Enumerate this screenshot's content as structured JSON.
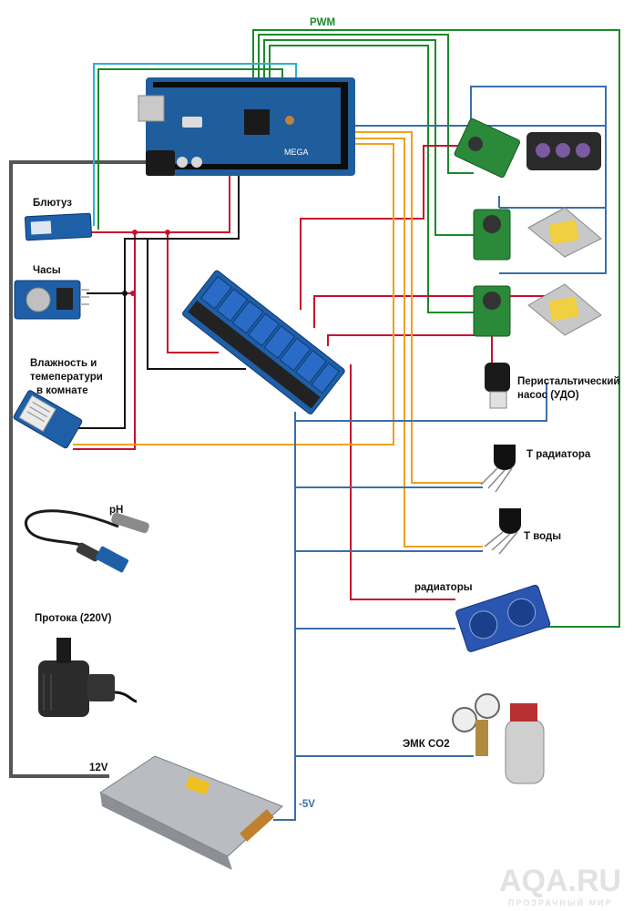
{
  "labels": {
    "pwm": "PWM",
    "bluetooth": "Блютуз",
    "clock": "Часы",
    "humidity_line1": "Влажность и",
    "humidity_line2": "темеператури",
    "humidity_line3": "в комнате",
    "ph": "pH",
    "flow_pump": "Протока (220V)",
    "v12": "12V",
    "v5": "-5V",
    "peristaltic_line1": "Перистальтический",
    "peristaltic_line2": "насос (УДО)",
    "t_radiator": "Т радиатора",
    "t_water": "Т воды",
    "radiators": "радиаторы",
    "emk_co2": "ЭМК CO2",
    "arduino_brand": "MEGA"
  },
  "watermark": {
    "main": "AQA.RU",
    "sub": "ПРОЗРАЧНЫЙ МИР"
  },
  "colors": {
    "wire_red": "#c8102e",
    "wire_black": "#111111",
    "wire_green": "#1a8a2a",
    "wire_blue": "#3a6fa8",
    "wire_orange": "#f0a020",
    "wire_cyan": "#2ab0d8",
    "wire_gray": "#555555",
    "pwm_label": "#1a8a2a",
    "v5_label": "#3a6fa8",
    "board_blue": "#1f5d9c"
  }
}
